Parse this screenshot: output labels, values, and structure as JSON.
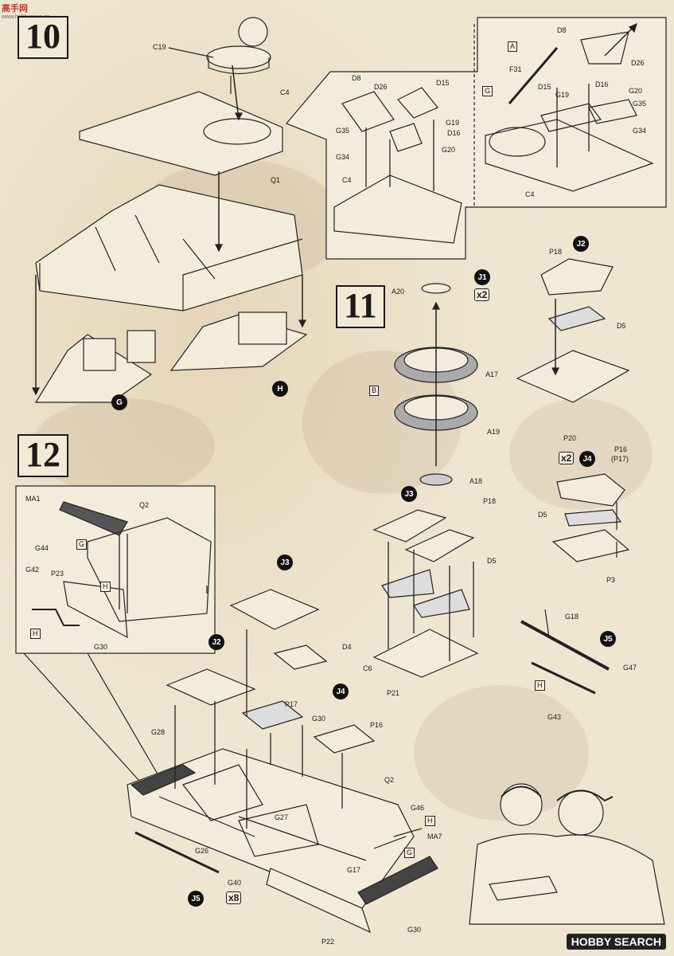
{
  "watermark": {
    "text": "高手网",
    "sub": "www.hobbyzone.cn"
  },
  "credit": "HOBBY SEARCH",
  "steps": {
    "s10": "10",
    "s11": "11",
    "s12": "12"
  },
  "labels": {
    "c19": "C19",
    "c4": "C4",
    "q1": "Q1",
    "g": "G",
    "h": "H",
    "i_d8": "D8",
    "i_d26": "D26",
    "i_d15": "D15",
    "i_g19": "G19",
    "i_d16": "D16",
    "i_g20": "G20",
    "i_g35": "G35",
    "i_g34": "G34",
    "i_c4": "C4",
    "r_a": "A",
    "r_d8": "D8",
    "r_d26": "D26",
    "r_f31": "F31",
    "r_g": "G",
    "r_d15": "D15",
    "r_g19": "G19",
    "r_d16": "D16",
    "r_g20": "G20",
    "r_g35": "G35",
    "r_g34": "G34",
    "r_c4": "C4",
    "a20": "A20",
    "j1": "J1",
    "x2a": "x2",
    "a17": "A17",
    "b": "B",
    "a19": "A19",
    "a18": "A18",
    "j3a": "J3",
    "j2a": "J2",
    "p18a": "P18",
    "d5a": "D5",
    "p20": "P20",
    "x2b": "x2",
    "j4a": "J4",
    "p16a": "P16",
    "p17a": "(P17)",
    "d5b": "D5",
    "p3": "P3",
    "p18b": "P18",
    "d5c": "D5",
    "p21": "P21",
    "g18": "G18",
    "j5a": "J5",
    "g47": "G47",
    "h2": "H",
    "g43": "G43",
    "ma1": "MA1",
    "q2a": "Q2",
    "g44": "G44",
    "g_box": "G",
    "h_box": "H",
    "p23": "P23",
    "g42": "G42",
    "h3": "H",
    "g30a": "G30",
    "j3b": "J3",
    "d4": "D4",
    "c6": "C6",
    "j2b": "J2",
    "p17b": "P17",
    "g30b": "G30",
    "j4b": "J4",
    "p16b": "P16",
    "g28": "G28",
    "q2b": "Q2",
    "g46": "G46",
    "h4": "H",
    "ma7": "MA7",
    "g27": "G27",
    "g26": "G26",
    "g17": "G17",
    "g5": "G",
    "g40": "G40",
    "x8": "x8",
    "j5b": "J5",
    "p22": "P22",
    "g30c": "G30"
  }
}
